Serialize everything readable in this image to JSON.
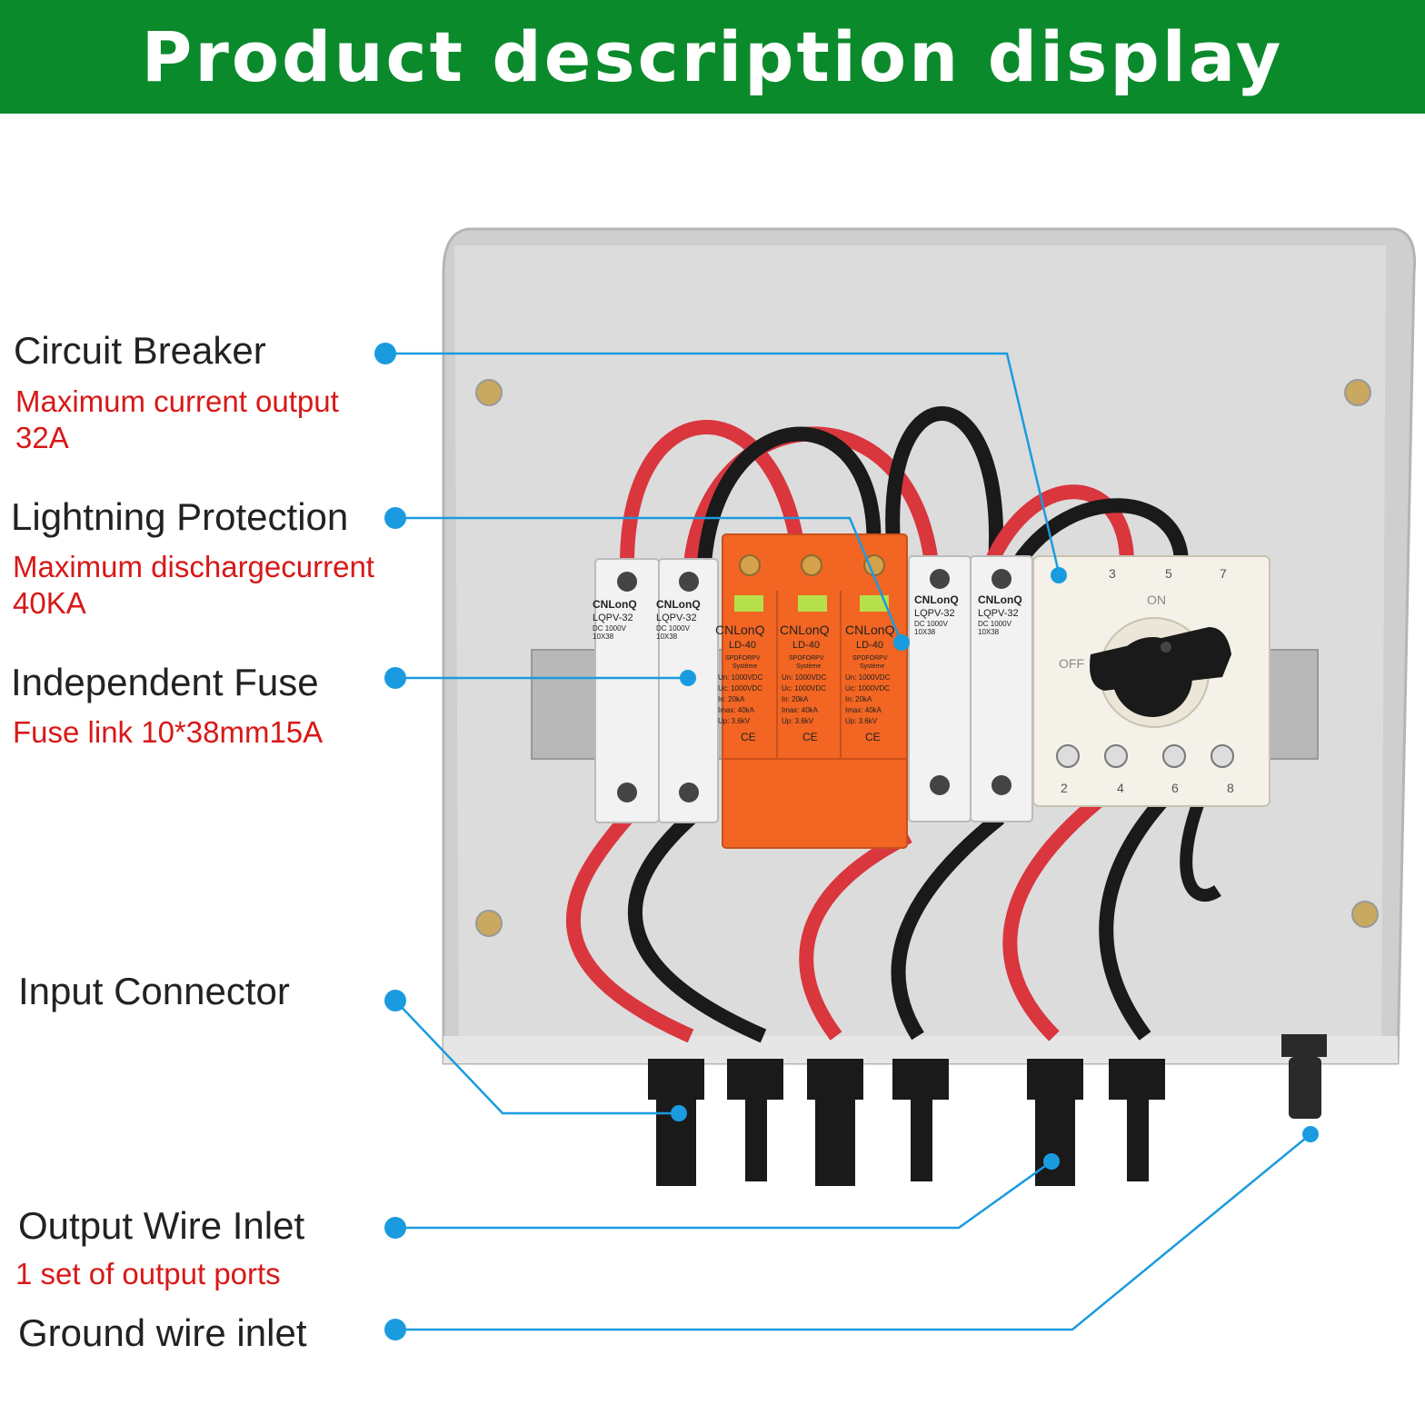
{
  "header": {
    "title": "Product description display"
  },
  "product": {
    "fuse_brand": "CNLonQ",
    "fuse_model": "LQPV-32",
    "fuse_rating": "DC 1000V",
    "fuse_size": "10X38",
    "spd_brand": "CNLonQ",
    "spd_model": "LD-40",
    "spd_type": "SPDFORPV",
    "spd_line2": "Système",
    "spd_un": "Un: 1000VDC",
    "spd_uc": "Uc: 1000VDC",
    "spd_in": "In: 20kA",
    "spd_imax": "Imax: 40kA",
    "spd_up": "Up: 3.6kV",
    "ce_mark": "CE",
    "switch_on": "ON",
    "switch_off": "OFF",
    "switch_top_terminals": [
      "3",
      "5",
      "7"
    ],
    "switch_bottom_terminals": [
      "2",
      "4",
      "6",
      "8"
    ]
  },
  "callouts": {
    "circuit_breaker": {
      "title": "Circuit Breaker",
      "line1": "Maximum current output",
      "line2": "32A"
    },
    "lightning_protection": {
      "title": "Lightning Protection",
      "line1": "Maximum dischargecurrent",
      "line2": "40KA"
    },
    "independent_fuse": {
      "title": "Independent Fuse",
      "line1": "Fuse link 10*38mm15A"
    },
    "input_connector": {
      "title": "Input Connector"
    },
    "output_wire_inlet": {
      "title": "Output Wire Inlet",
      "line1": "1 set of output ports"
    },
    "ground_wire_inlet": {
      "title": "Ground wire inlet"
    }
  },
  "colors": {
    "banner": "#0b8a2c",
    "callout_dot": "#1a9be0",
    "sub_text": "#d81818",
    "spd_orange": "#f26522",
    "wire_red": "#d9363e",
    "wire_black": "#1a1a1a"
  }
}
